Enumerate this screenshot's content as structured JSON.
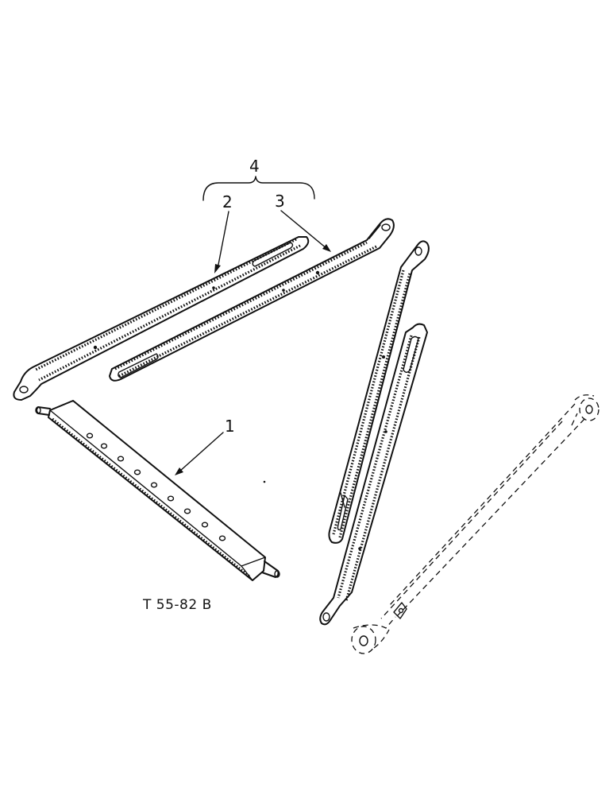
{
  "callouts": {
    "part_1": "1",
    "part_2": "2",
    "part_3": "3",
    "part_4": "4"
  },
  "figure_code": "T 55-82 B"
}
